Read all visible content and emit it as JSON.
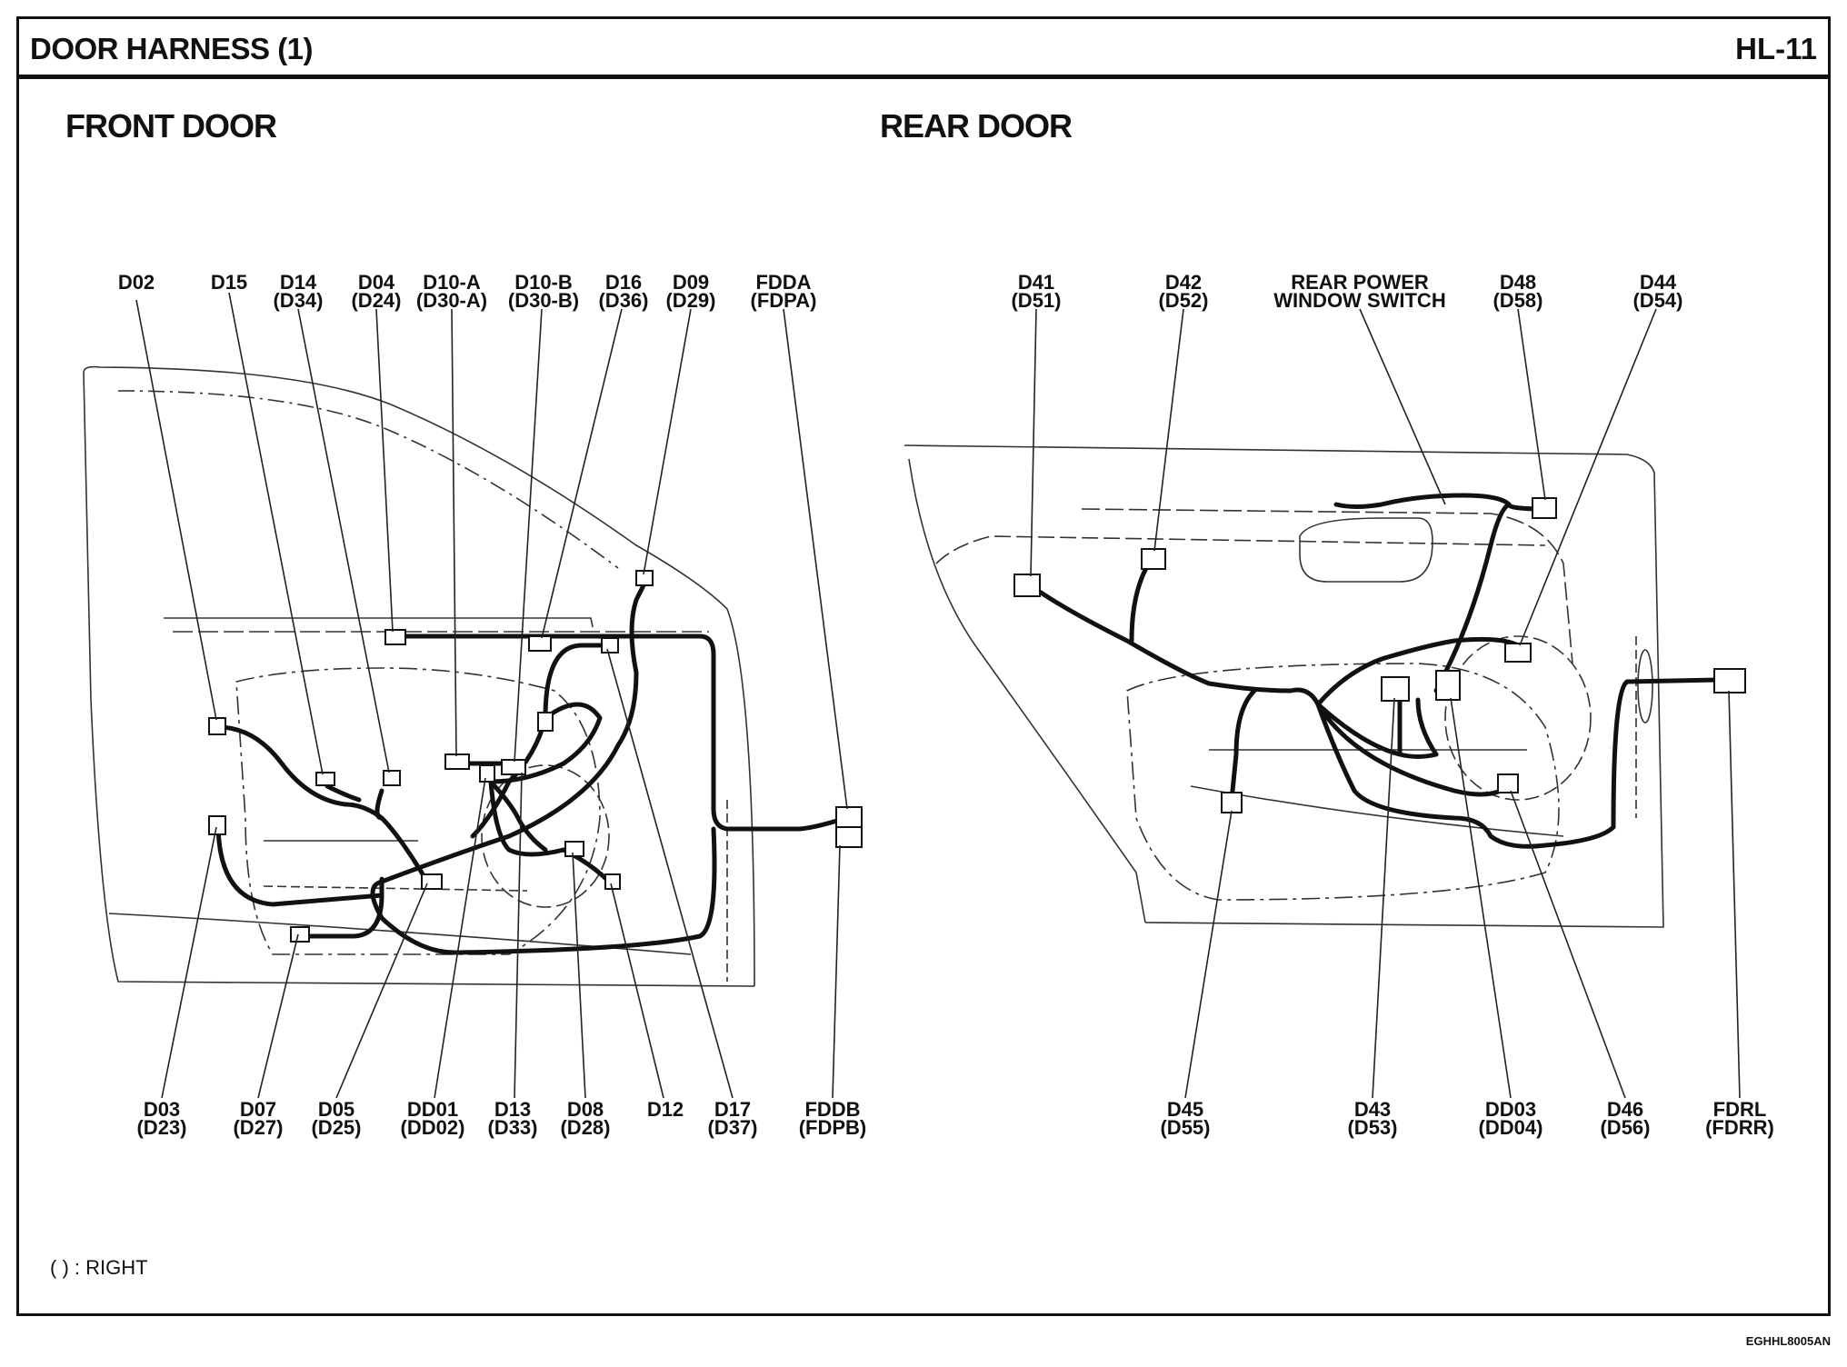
{
  "header": {
    "title": "DOOR HARNESS (1)",
    "page": "HL-11"
  },
  "front": {
    "heading": "FRONT DOOR",
    "top_labels": [
      {
        "name": "D02",
        "alt": ""
      },
      {
        "name": "D15",
        "alt": ""
      },
      {
        "name": "D14",
        "alt": "(D34)"
      },
      {
        "name": "D04",
        "alt": "(D24)"
      },
      {
        "name": "D10-A",
        "alt": "(D30-A)"
      },
      {
        "name": "D10-B",
        "alt": "(D30-B)"
      },
      {
        "name": "D16",
        "alt": "(D36)"
      },
      {
        "name": "D09",
        "alt": "(D29)"
      },
      {
        "name": "FDDA",
        "alt": "(FDPA)"
      }
    ],
    "bottom_labels": [
      {
        "name": "D03",
        "alt": "(D23)"
      },
      {
        "name": "D07",
        "alt": "(D27)"
      },
      {
        "name": "D05",
        "alt": "(D25)"
      },
      {
        "name": "DD01",
        "alt": "(DD02)"
      },
      {
        "name": "D13",
        "alt": "(D33)"
      },
      {
        "name": "D08",
        "alt": "(D28)"
      },
      {
        "name": "D12",
        "alt": ""
      },
      {
        "name": "D17",
        "alt": "(D37)"
      },
      {
        "name": "FDDB",
        "alt": "(FDPB)"
      }
    ]
  },
  "rear": {
    "heading": "REAR DOOR",
    "top_labels": [
      {
        "name": "D41",
        "alt": "(D51)"
      },
      {
        "name": "D42",
        "alt": "(D52)"
      },
      {
        "name": "REAR POWER",
        "alt": "WINDOW SWITCH"
      },
      {
        "name": "D48",
        "alt": "(D58)"
      },
      {
        "name": "D44",
        "alt": "(D54)"
      }
    ],
    "bottom_labels": [
      {
        "name": "D45",
        "alt": "(D55)"
      },
      {
        "name": "D43",
        "alt": "(D53)"
      },
      {
        "name": "DD03",
        "alt": "(DD04)"
      },
      {
        "name": "D46",
        "alt": "(D56)"
      },
      {
        "name": "FDRL",
        "alt": "(FDRR)"
      }
    ]
  },
  "legend": "(  ) : RIGHT",
  "doc_code": "EGHHL8005AN"
}
